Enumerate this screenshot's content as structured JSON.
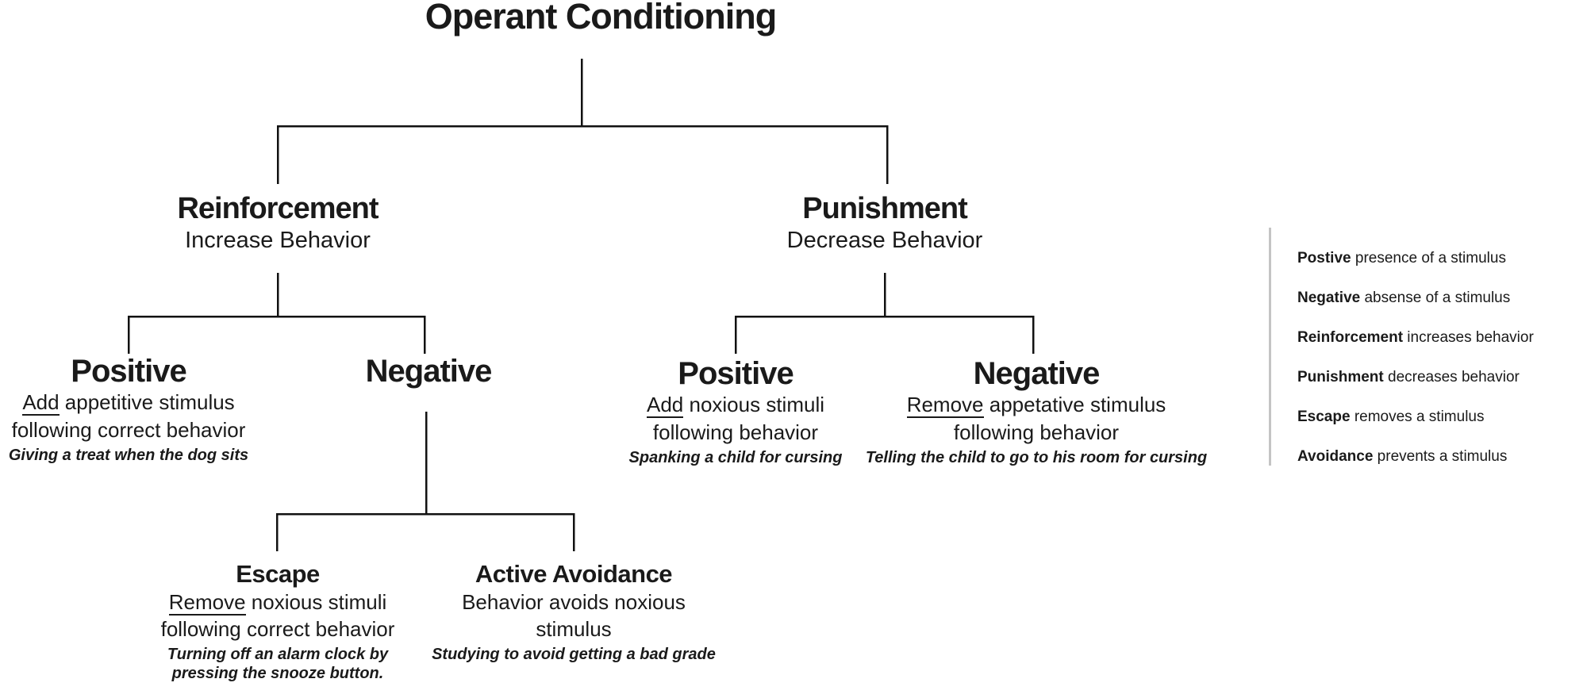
{
  "title": "Operant Conditioning",
  "nodes": {
    "reinforcement": {
      "heading": "Reinforcement",
      "subtitle": "Increase Behavior"
    },
    "punishment": {
      "heading": "Punishment",
      "subtitle": "Decrease Behavior"
    },
    "reinforcement_positive": {
      "heading": "Positive",
      "underlined": "Add",
      "line1_rest": " appetitive stimulus",
      "line2": "following correct behavior",
      "example": "Giving a treat when the dog sits"
    },
    "reinforcement_negative": {
      "heading": "Negative"
    },
    "punishment_positive": {
      "heading": "Positive",
      "underlined": "Add",
      "line1_rest": " noxious stimuli",
      "line2": "following behavior",
      "example": "Spanking a child for cursing"
    },
    "punishment_negative": {
      "heading": "Negative",
      "underlined": "Remove",
      "line1_rest": " appetative stimulus",
      "line2": "following behavior",
      "example": "Telling the child to go to his room for cursing"
    },
    "escape": {
      "heading": "Escape",
      "underlined": "Remove",
      "line1_rest": " noxious stimuli",
      "line2": "following correct behavior",
      "example": "Turning off an alarm clock by pressing the snooze button."
    },
    "active_avoidance": {
      "heading": "Active Avoidance",
      "line2": "Behavior avoids noxious stimulus",
      "example": "Studying to avoid getting a bad grade"
    }
  },
  "legend": {
    "items": [
      {
        "term": "Postive",
        "desc": " presence of a stimulus"
      },
      {
        "term": "Negative",
        "desc": " absense of a stimulus"
      },
      {
        "term": "Reinforcement",
        "desc": " increases behavior"
      },
      {
        "term": "Punishment",
        "desc": " decreases behavior"
      },
      {
        "term": "Escape",
        "desc": " removes a stimulus"
      },
      {
        "term": "Avoidance",
        "desc": " prevents a stimulus"
      }
    ]
  },
  "colors": {
    "text": "#1a1a1a",
    "line": "#111111",
    "separator": "#c4c4c4"
  }
}
